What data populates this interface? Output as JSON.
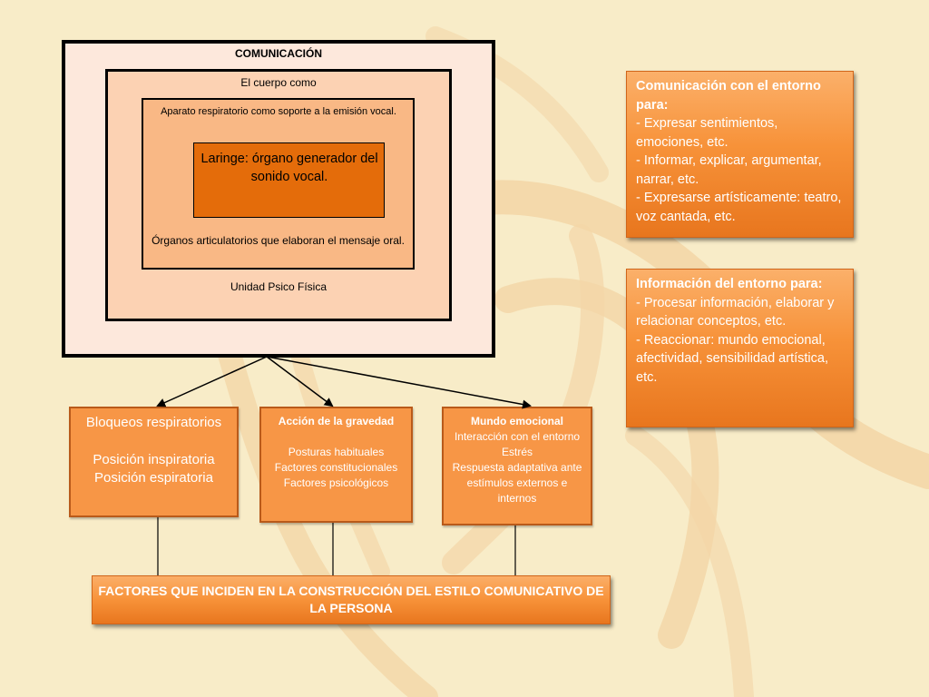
{
  "center": {
    "title": "COMUNICACIÓN",
    "level2": "El cuerpo como",
    "level3_top": "Aparato respiratorio como soporte a la emisión vocal.",
    "core": "Laringe: órgano generador del sonido vocal.",
    "level3_bottom": "Órganos articulatorios que elaboran el mensaje oral.",
    "level2_bottom": "Unidad Psico Física"
  },
  "side_boxes": [
    {
      "heading": "Comunicación con el entorno para:",
      "lines": [
        "- Expresar sentimientos, emociones, etc.",
        "- Informar, explicar, argumentar, narrar, etc.",
        "- Expresarse artísticamente: teatro, voz cantada, etc."
      ]
    },
    {
      "heading": "Información del entorno para:",
      "lines": [
        "- Procesar información, elaborar y relacionar conceptos, etc.",
        "- Reaccionar: mundo emocional, afectividad, sensibilidad artística, etc."
      ]
    }
  ],
  "factors": [
    {
      "lines": [
        "Bloqueos respiratorios",
        "Posición inspiratoria",
        "Posición espiratoria"
      ]
    },
    {
      "heading": "Acción de la gravedad",
      "lines": [
        "Posturas habituales",
        "Factores constitucionales",
        "Factores psicológicos"
      ]
    },
    {
      "heading": "Mundo emocional",
      "lines": [
        "Interacción con el entorno",
        "Estrés",
        "Respuesta adaptativa ante estímulos externos e internos"
      ]
    }
  ],
  "bottom": {
    "text": "FACTORES QUE INCIDEN EN LA CONSTRUCCIÓN DEL ESTILO COMUNICATIVO DE LA PERSONA"
  },
  "colors": {
    "background": "#f8ecc8",
    "accent_orange": "#f79646",
    "core_orange": "#e46c0a"
  }
}
